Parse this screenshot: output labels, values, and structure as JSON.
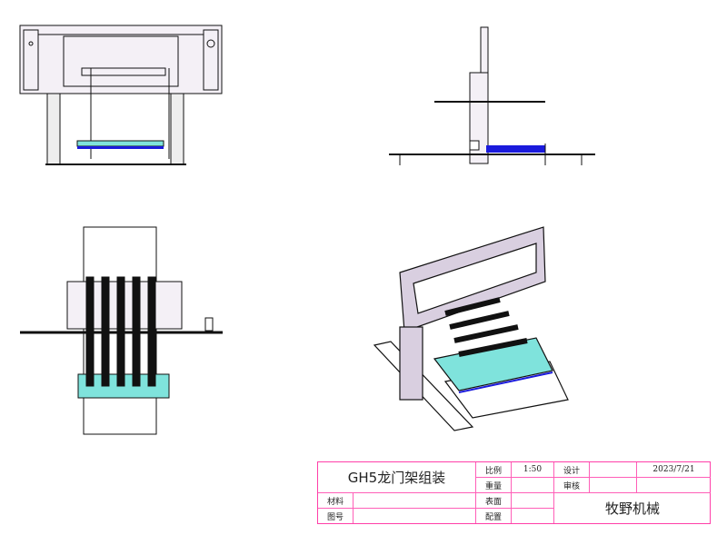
{
  "title_block": {
    "drawing_title": "GH5龙门架组装",
    "scale_label": "比例",
    "scale_value": "1:50",
    "design_label": "设计",
    "designer": "",
    "date": "2023/7/21",
    "weight_label": "重量",
    "weight_value": "",
    "review_label": "审核",
    "material_label": "材料",
    "material_value": "",
    "surface_label": "表面",
    "drawing_no_label": "图号",
    "config_label": "配置",
    "company": "牧野机械"
  },
  "colors": {
    "border": "#ff3fa8",
    "frame": "#d9cfe0",
    "table": "#7fe3dc",
    "belt": "#1a1adc",
    "line": "#111111"
  }
}
